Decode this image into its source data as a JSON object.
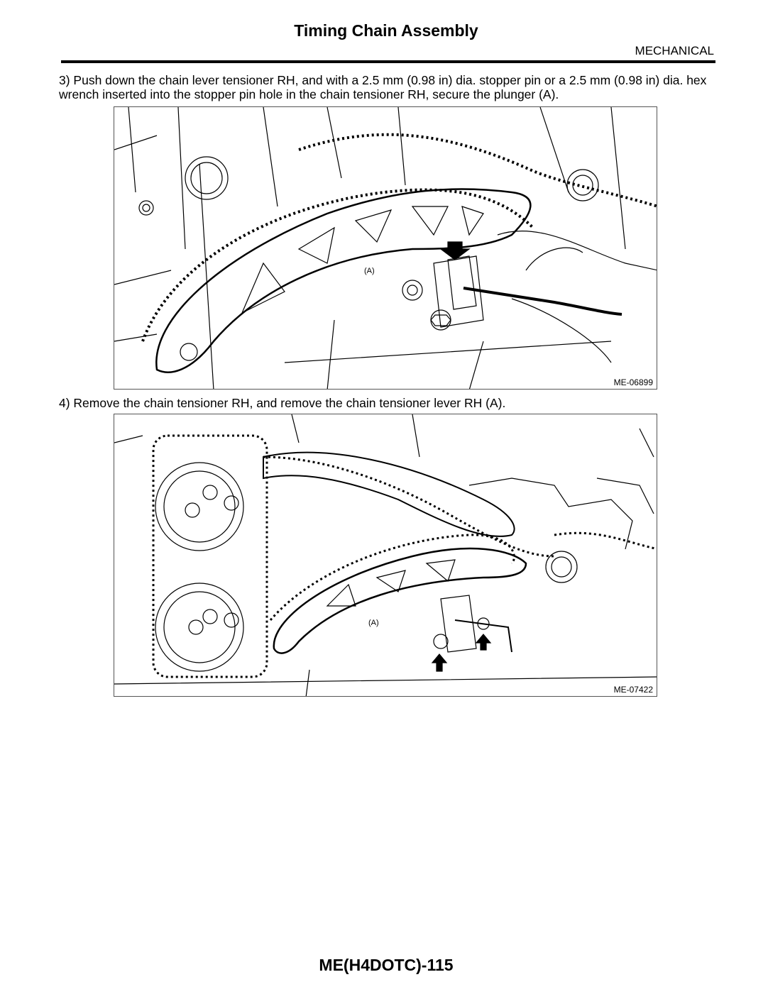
{
  "header": {
    "title": "Timing Chain Assembly",
    "section": "MECHANICAL"
  },
  "steps": [
    {
      "text": "3) Push down the chain lever tensioner RH, and with a 2.5 mm (0.98 in) dia. stopper pin or a 2.5 mm (0.98 in) dia. hex wrench inserted into the stopper pin hole in the chain tensioner RH, secure the plunger (A)."
    },
    {
      "text": "4) Remove the chain tensioner RH, and remove the chain tensioner lever RH (A)."
    }
  ],
  "figures": [
    {
      "id": "ME-06899",
      "callout": "(A)"
    },
    {
      "id": "ME-07422",
      "callout": "(A)"
    }
  ],
  "footer": {
    "page": "ME(H4DOTC)-115"
  }
}
